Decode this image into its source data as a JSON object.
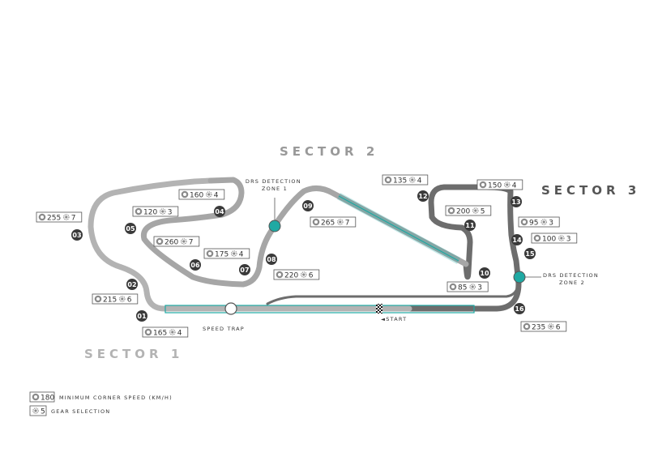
{
  "sectors": [
    {
      "label": "SECTOR 1",
      "color": "#b3b3b3"
    },
    {
      "label": "SECTOR 2",
      "color": "#999999"
    },
    {
      "label": "SECTOR 3",
      "color": "#555555"
    }
  ],
  "colors": {
    "sector1_track": "#b3b3b3",
    "sector2_track": "#a6a6a6",
    "sector3_track": "#6d6d6d",
    "drs_teal": "#1fa9a3",
    "corner_dot": "#3a3a3a",
    "box_border": "#555555"
  },
  "corners": [
    {
      "num": "01",
      "speed": "165",
      "gear": "4"
    },
    {
      "num": "02",
      "speed": "215",
      "gear": "6"
    },
    {
      "num": "03",
      "speed": "255",
      "gear": "7"
    },
    {
      "num": "04",
      "speed": "160",
      "gear": "4"
    },
    {
      "num": "05",
      "speed": "120",
      "gear": "3"
    },
    {
      "num": "06",
      "speed": "260",
      "gear": "7"
    },
    {
      "num": "07",
      "speed": "175",
      "gear": "4"
    },
    {
      "num": "08",
      "speed": "220",
      "gear": "6"
    },
    {
      "num": "09",
      "speed": "265",
      "gear": "7"
    },
    {
      "num": "10",
      "speed": "85",
      "gear": "3"
    },
    {
      "num": "11",
      "speed": "200",
      "gear": "5"
    },
    {
      "num": "12",
      "speed": "135",
      "gear": "4"
    },
    {
      "num": "13",
      "speed": "150",
      "gear": "4"
    },
    {
      "num": "14",
      "speed": "95",
      "gear": "3"
    },
    {
      "num": "15",
      "speed": "100",
      "gear": "3"
    },
    {
      "num": "16",
      "speed": "235",
      "gear": "6"
    }
  ],
  "labels": {
    "drs_zone_1": [
      "DRS DETECTION",
      "ZONE 1"
    ],
    "drs_zone_2": [
      "DRS DETECTION",
      "ZONE 2"
    ],
    "speed_trap": "SPEED TRAP",
    "start": "START"
  },
  "legend": [
    {
      "key": "180",
      "icon": "speed-icon",
      "text": "MINIMUM CORNER SPEED (KM/H)"
    },
    {
      "key": "5",
      "icon": "gear-icon",
      "text": "GEAR SELECTION"
    }
  ]
}
